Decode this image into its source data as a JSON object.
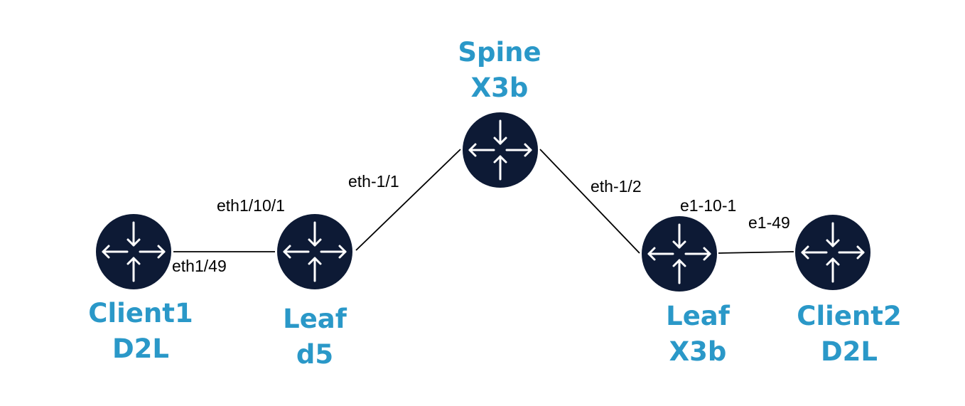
{
  "colors": {
    "router_fill": "#0d1a35",
    "router_glyph": "#ffffff",
    "label_color": "#2a98c8",
    "link_color": "#000000"
  },
  "icons": {
    "router": "router-icon"
  },
  "nodes": {
    "client1": {
      "line1": "Client1",
      "line2": "D2L"
    },
    "leaf_d5": {
      "line1": "Leaf",
      "line2": "d5"
    },
    "spine": {
      "line1": "Spine",
      "line2": "X3b"
    },
    "leaf_x3b": {
      "line1": "Leaf",
      "line2": "X3b"
    },
    "client2": {
      "line1": "Client2",
      "line2": "D2L"
    }
  },
  "links": {
    "client1_leafd5": {
      "a_port": "eth1/49",
      "b_port": "eth1/10/1"
    },
    "leafd5_spine": {
      "a_port": "eth-1/1"
    },
    "spine_leafx3b": {
      "b_port": "eth-1/2"
    },
    "leafx3b_client2": {
      "a_port": "e1-10-1",
      "b_port": "e1-49"
    }
  }
}
